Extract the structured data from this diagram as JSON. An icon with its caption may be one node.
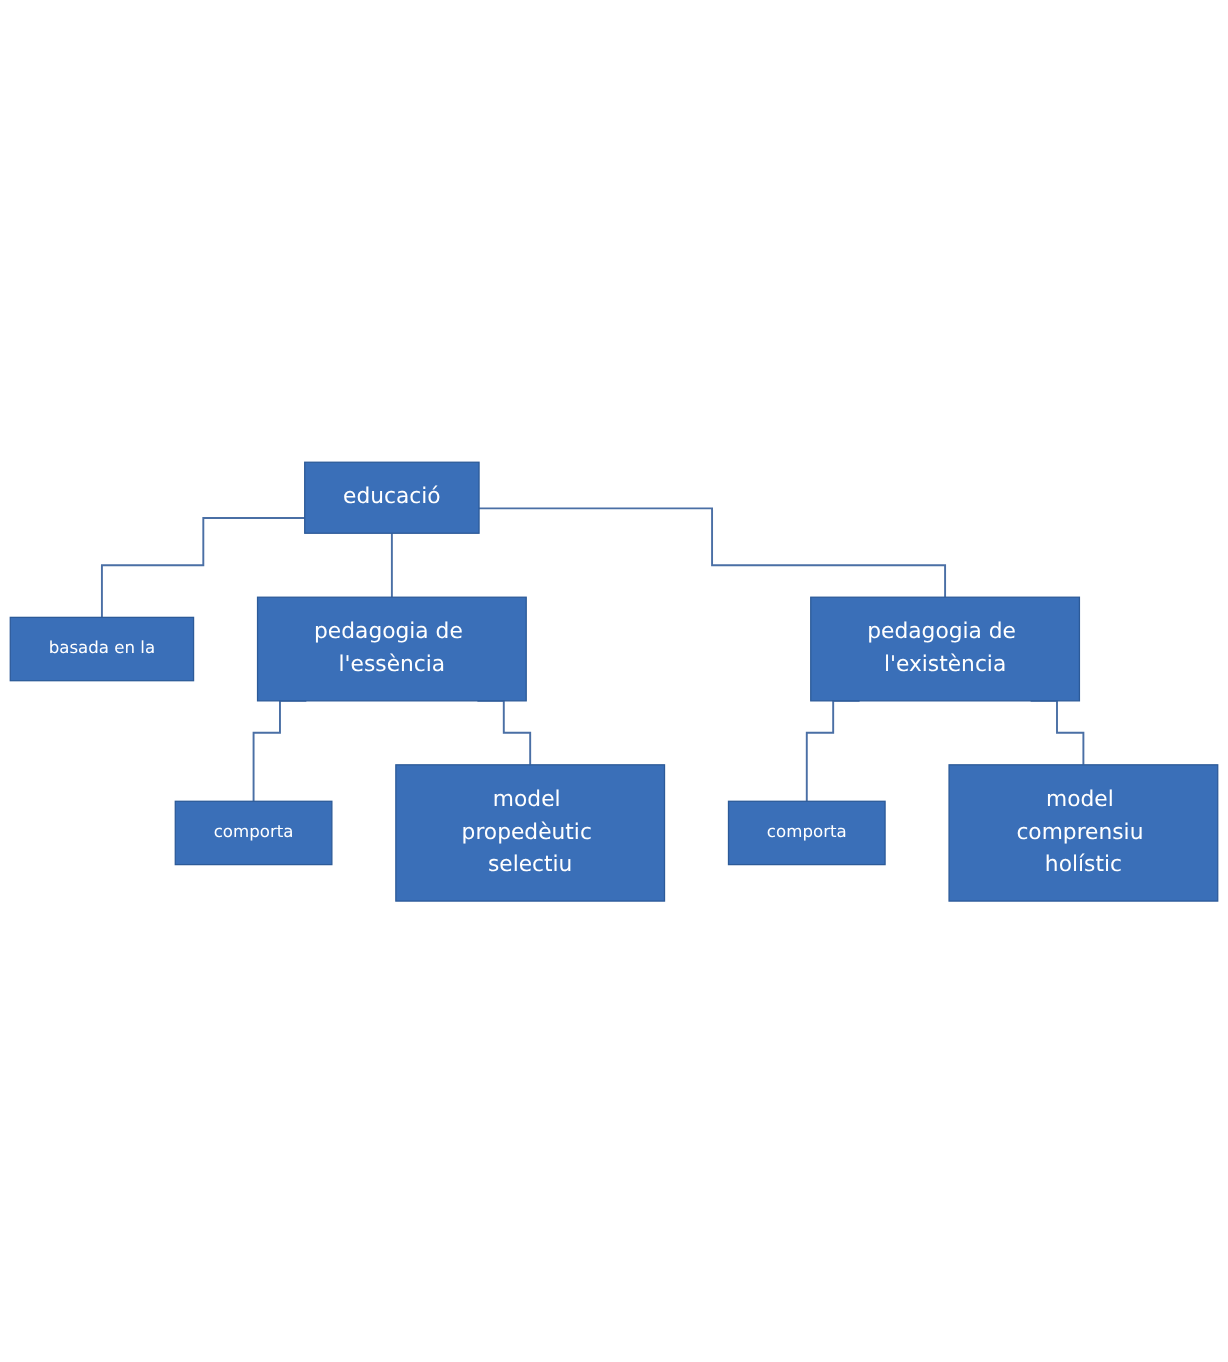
{
  "diagram": {
    "nodes": [
      {
        "text": [
          "educació"
        ]
      },
      {
        "text": [
          "basada en la"
        ]
      },
      {
        "text": [
          "pedagogia de l'essència"
        ]
      },
      {
        "text": [
          "pedagogia de l'existència"
        ]
      },
      {
        "text": [
          "comporta"
        ]
      },
      {
        "text": [
          "comporta"
        ]
      },
      {
        "text": [
          "model propedèutic selectiu"
        ]
      },
      {
        "text": [
          "model comprensiu holístic"
        ]
      }
    ],
    "edges": [
      {
        "from": 0,
        "to": 1,
        "arrow": "none"
      },
      {
        "from": 0,
        "to": 2,
        "arrow": "none"
      },
      {
        "from": 0,
        "to": 3,
        "arrow": "none"
      },
      {
        "from": 2,
        "to": 4,
        "arrow": "none"
      },
      {
        "from": 2,
        "to": 6,
        "arrow": "none"
      },
      {
        "from": 3,
        "to": 5,
        "arrow": "none"
      },
      {
        "from": 3,
        "to": 7,
        "arrow": "none"
      }
    ]
  }
}
